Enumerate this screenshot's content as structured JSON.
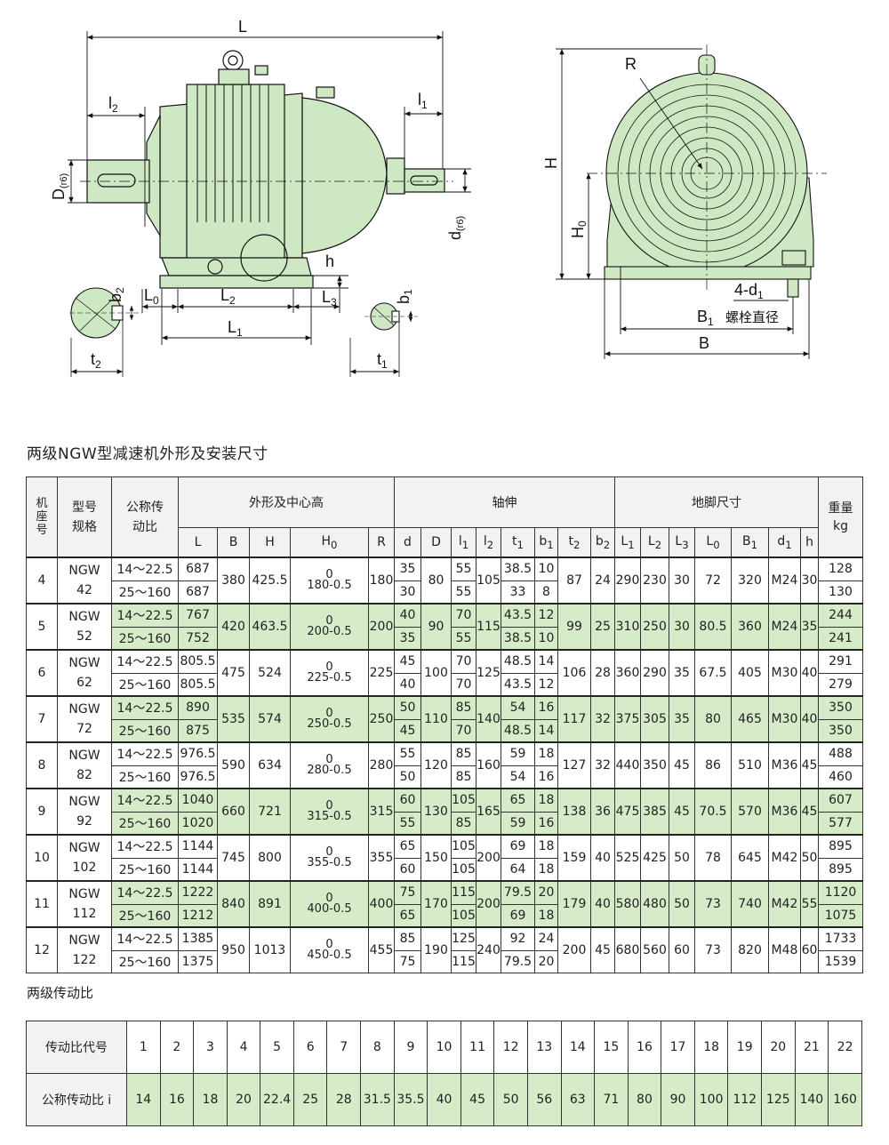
{
  "drawing_labels": {
    "L": "L",
    "l2": "l",
    "l2_sub": "2",
    "l1": "l",
    "l1_sub": "1",
    "D_r6": "D",
    "D_r6_sub": "(r6)",
    "d_r6": "d",
    "d_r6_sub": "(r6)",
    "h": "h",
    "L0": "L",
    "L0_sub": "0",
    "L2": "L",
    "L2_sub": "2",
    "L3": "L",
    "L3_sub": "3",
    "L1": "L",
    "L1_sub": "1",
    "b2": "b",
    "b2_sub": "2",
    "t2": "t",
    "t2_sub": "2",
    "b1": "b",
    "b1_sub": "1",
    "t1": "t",
    "t1_sub": "1",
    "R": "R",
    "H": "H",
    "H0": "H",
    "H0_sub": "0",
    "d1": "4-d",
    "d1_sub": "1",
    "B1": "B",
    "B1_sub": "1",
    "bolt_note": "螺栓直径",
    "B": "B"
  },
  "main_title": "两级NGW型减速机外形及安装尺寸",
  "table_headers": {
    "seat": "机座号",
    "model": "型号规格",
    "ratio": "公称传动比",
    "group_shape": "外形及中心高",
    "group_shaft": "轴伸",
    "group_foot": "地脚尺寸",
    "weight": "重量 kg",
    "L": "L",
    "B": "B",
    "H": "H",
    "H0": "H",
    "H0_sub": "0",
    "R": "R",
    "d": "d",
    "D": "D",
    "l1": "l",
    "l1_sub": "1",
    "l2": "l",
    "l2_sub": "2",
    "t1": "t",
    "t1_sub": "1",
    "b1": "b",
    "b1_sub": "1",
    "t2": "t",
    "t2_sub": "2",
    "b2": "b",
    "b2_sub": "2",
    "L1": "L",
    "L1_sub": "1",
    "L2": "L",
    "L2_sub": "2",
    "L3": "L",
    "L3_sub": "3",
    "L0": "L",
    "L0_sub": "0",
    "B1": "B",
    "B1_sub": "1",
    "d1": "d",
    "d1_sub": "1",
    "h": "h"
  },
  "range_a": "14～22.5",
  "range_b": "25～160",
  "rows": [
    {
      "seat": "4",
      "model1": "NGW",
      "model2": "42",
      "L": [
        "687",
        "687"
      ],
      "B": "380",
      "H": "425.5",
      "H0_top": "0",
      "H0": "180-0.5",
      "R": "180",
      "d": [
        "35",
        "30"
      ],
      "D": "80",
      "l1": [
        "55",
        "55"
      ],
      "l2": "105",
      "t1": [
        "38.5",
        "33"
      ],
      "b1": [
        "10",
        "8"
      ],
      "t2": "87",
      "b2": "24",
      "L1": "290",
      "L2": "230",
      "L3": "30",
      "L0": "72",
      "B1": "320",
      "d1": "M24",
      "h": "30",
      "kg": [
        "128",
        "130"
      ]
    },
    {
      "seat": "5",
      "model1": "NGW",
      "model2": "52",
      "L": [
        "767",
        "752"
      ],
      "B": "420",
      "H": "463.5",
      "H0_top": "0",
      "H0": "200-0.5",
      "R": "200",
      "d": [
        "40",
        "35"
      ],
      "D": "90",
      "l1": [
        "70",
        "55"
      ],
      "l2": "115",
      "t1": [
        "43.5",
        "38.5"
      ],
      "b1": [
        "12",
        "10"
      ],
      "t2": "99",
      "b2": "25",
      "L1": "310",
      "L2": "250",
      "L3": "30",
      "L0": "80.5",
      "B1": "360",
      "d1": "M24",
      "h": "35",
      "kg": [
        "244",
        "241"
      ]
    },
    {
      "seat": "6",
      "model1": "NGW",
      "model2": "62",
      "L": [
        "805.5",
        "805.5"
      ],
      "B": "475",
      "H": "524",
      "H0_top": "0",
      "H0": "225-0.5",
      "R": "225",
      "d": [
        "45",
        "40"
      ],
      "D": "100",
      "l1": [
        "70",
        "70"
      ],
      "l2": "125",
      "t1": [
        "48.5",
        "43.5"
      ],
      "b1": [
        "14",
        "12"
      ],
      "t2": "106",
      "b2": "28",
      "L1": "360",
      "L2": "290",
      "L3": "35",
      "L0": "67.5",
      "B1": "405",
      "d1": "M30",
      "h": "40",
      "kg": [
        "291",
        "279"
      ]
    },
    {
      "seat": "7",
      "model1": "NGW",
      "model2": "72",
      "L": [
        "890",
        "875"
      ],
      "B": "535",
      "H": "574",
      "H0_top": "0",
      "H0": "250-0.5",
      "R": "250",
      "d": [
        "50",
        "45"
      ],
      "D": "110",
      "l1": [
        "85",
        "70"
      ],
      "l2": "140",
      "t1": [
        "54",
        "48.5"
      ],
      "b1": [
        "16",
        "14"
      ],
      "t2": "117",
      "b2": "32",
      "L1": "375",
      "L2": "305",
      "L3": "35",
      "L0": "80",
      "B1": "465",
      "d1": "M30",
      "h": "40",
      "kg": [
        "350",
        "350"
      ]
    },
    {
      "seat": "8",
      "model1": "NGW",
      "model2": "82",
      "L": [
        "976.5",
        "976.5"
      ],
      "B": "590",
      "H": "634",
      "H0_top": "0",
      "H0": "280-0.5",
      "R": "280",
      "d": [
        "55",
        "50"
      ],
      "D": "120",
      "l1": [
        "85",
        "85"
      ],
      "l2": "160",
      "t1": [
        "59",
        "54"
      ],
      "b1": [
        "18",
        "16"
      ],
      "t2": "127",
      "b2": "32",
      "L1": "440",
      "L2": "350",
      "L3": "45",
      "L0": "86",
      "B1": "510",
      "d1": "M36",
      "h": "45",
      "kg": [
        "488",
        "460"
      ]
    },
    {
      "seat": "9",
      "model1": "NGW",
      "model2": "92",
      "L": [
        "1040",
        "1020"
      ],
      "B": "660",
      "H": "721",
      "H0_top": "0",
      "H0": "315-0.5",
      "R": "315",
      "d": [
        "60",
        "55"
      ],
      "D": "130",
      "l1": [
        "105",
        "85"
      ],
      "l2": "165",
      "t1": [
        "65",
        "59"
      ],
      "b1": [
        "18",
        "16"
      ],
      "t2": "138",
      "b2": "36",
      "L1": "475",
      "L2": "385",
      "L3": "45",
      "L0": "70.5",
      "B1": "570",
      "d1": "M36",
      "h": "45",
      "kg": [
        "607",
        "577"
      ]
    },
    {
      "seat": "10",
      "model1": "NGW",
      "model2": "102",
      "L": [
        "1144",
        "1144"
      ],
      "B": "745",
      "H": "800",
      "H0_top": "0",
      "H0": "355-0.5",
      "R": "355",
      "d": [
        "65",
        "60"
      ],
      "D": "150",
      "l1": [
        "105",
        "105"
      ],
      "l2": "200",
      "t1": [
        "69",
        "64"
      ],
      "b1": [
        "18",
        "18"
      ],
      "t2": "159",
      "b2": "40",
      "L1": "525",
      "L2": "425",
      "L3": "50",
      "L0": "78",
      "B1": "645",
      "d1": "M42",
      "h": "50",
      "kg": [
        "895",
        "895"
      ]
    },
    {
      "seat": "11",
      "model1": "NGW",
      "model2": "112",
      "L": [
        "1222",
        "1212"
      ],
      "B": "840",
      "H": "891",
      "H0_top": "0",
      "H0": "400-0.5",
      "R": "400",
      "d": [
        "75",
        "65"
      ],
      "D": "170",
      "l1": [
        "115",
        "105"
      ],
      "l2": "200",
      "t1": [
        "79.5",
        "69"
      ],
      "b1": [
        "20",
        "18"
      ],
      "t2": "179",
      "b2": "40",
      "L1": "580",
      "L2": "480",
      "L3": "50",
      "L0": "73",
      "B1": "740",
      "d1": "M42",
      "h": "55",
      "kg": [
        "1120",
        "1075"
      ]
    },
    {
      "seat": "12",
      "model1": "NGW",
      "model2": "122",
      "L": [
        "1385",
        "1375"
      ],
      "B": "950",
      "H": "1013",
      "H0_top": "0",
      "H0": "450-0.5",
      "R": "455",
      "d": [
        "85",
        "75"
      ],
      "D": "190",
      "l1": [
        "125",
        "115"
      ],
      "l2": "240",
      "t1": [
        "92",
        "79.5"
      ],
      "b1": [
        "24",
        "20"
      ],
      "t2": "200",
      "b2": "45",
      "L1": "680",
      "L2": "560",
      "L3": "60",
      "L0": "73",
      "B1": "820",
      "d1": "M48",
      "h": "60",
      "kg": [
        "1733",
        "1539"
      ]
    }
  ],
  "ratio_title": "两级传动比",
  "ratio_table": {
    "code_label": "传动比代号",
    "ratio_label": "公称传动比 i",
    "codes": [
      "1",
      "2",
      "3",
      "4",
      "5",
      "6",
      "7",
      "8",
      "9",
      "10",
      "11",
      "12",
      "13",
      "14",
      "15",
      "16",
      "17",
      "18",
      "19",
      "20",
      "21",
      "22"
    ],
    "ratios": [
      "14",
      "16",
      "18",
      "20",
      "22.4",
      "25",
      "28",
      "31.5",
      "35.5",
      "40",
      "45",
      "50",
      "56",
      "63",
      "71",
      "80",
      "90",
      "100",
      "112",
      "125",
      "140",
      "160"
    ]
  },
  "colors": {
    "green_fill": "#d6ecc8",
    "drawing_fill": "#cfe8c4",
    "line": "#111111"
  }
}
